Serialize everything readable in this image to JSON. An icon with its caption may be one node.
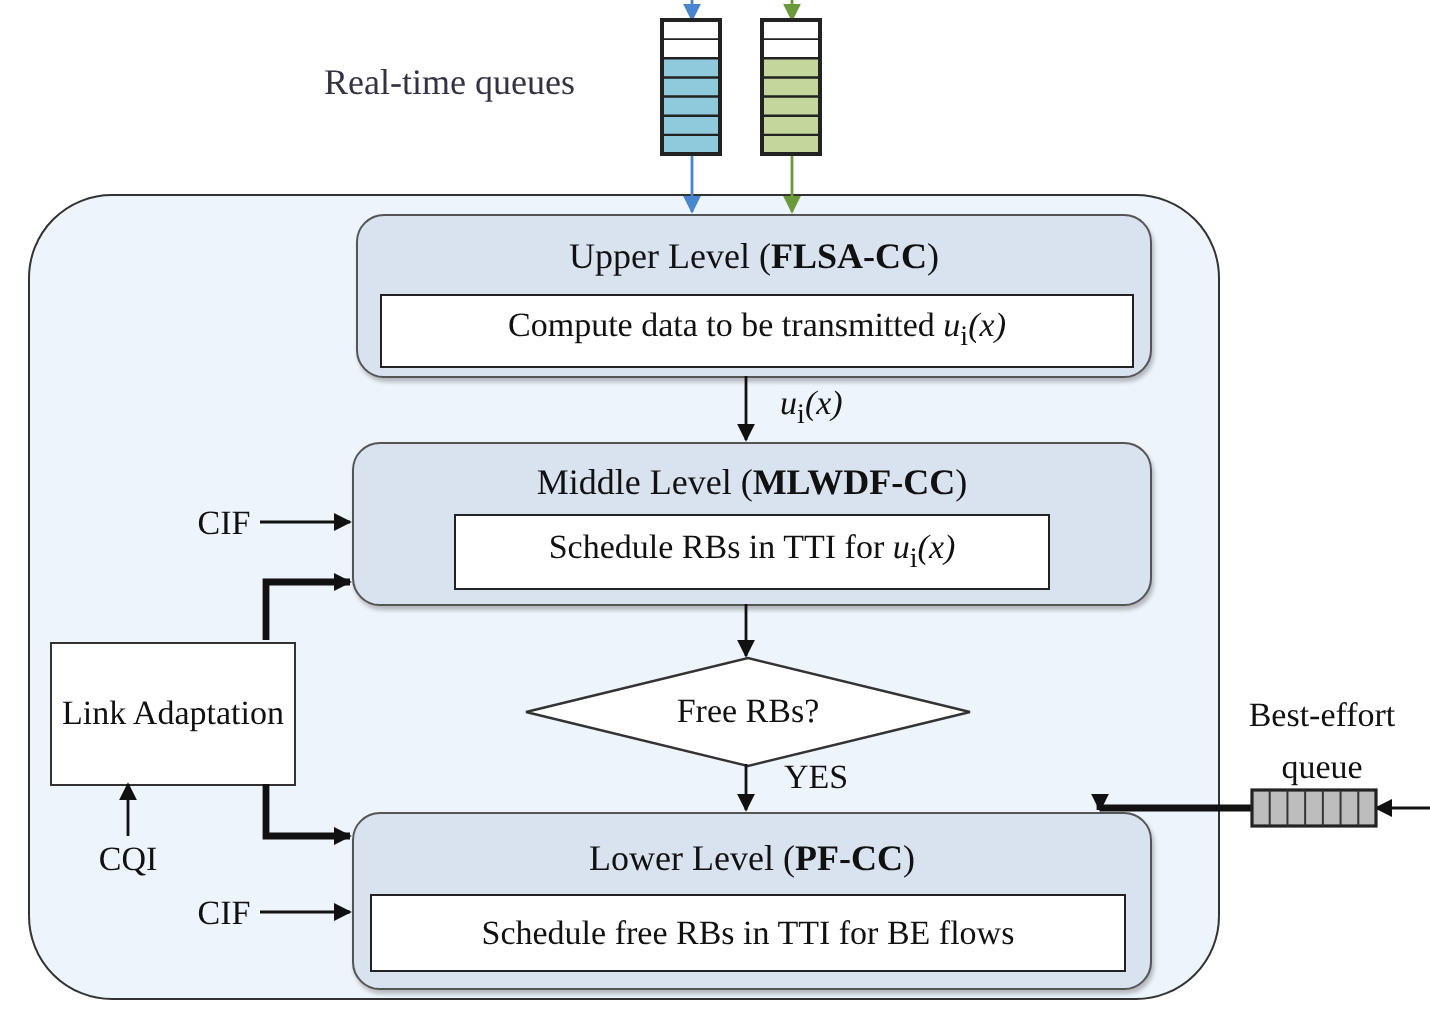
{
  "diagram": {
    "nodes": [
      {
        "text": [],
        "shape": "box"
      },
      {
        "text": [
          "Upper Level (**FLSA-CC**)"
        ],
        "in": 0
      },
      {
        "text": [
          "Compute data to be transmitted *u*$_{i}$*(x)*"
        ],
        "in": 1
      },
      {
        "text": [
          "Middle Level (**MLWDF-CC**)"
        ],
        "in": 0
      },
      {
        "text": [
          "Schedule RBs in TTI for *u*$_{i}$*(x)*"
        ],
        "in": 3
      },
      {
        "text": [
          "Free RBs?"
        ],
        "in": 0
      },
      {
        "text": [
          "Lower Level (**PF-CC**)"
        ],
        "in": 0
      },
      {
        "text": [
          "Schedule free RBs in TTI for BE flows"
        ],
        "in": 6
      },
      {
        "text": [
          "Link Adaptation"
        ],
        "in": 0
      },
      {
        "text": [
          "CIF"
        ],
        "in": 0
      },
      {
        "text": [
          "CIF"
        ],
        "in": 0
      },
      {
        "text": [
          "CQI"
        ],
        "in": 0
      },
      {
        "text": [],
        "shape": "queue"
      },
      {
        "text": [],
        "shape": "queue"
      },
      {
        "text": [
          "Best-effort queue"
        ]
      }
    ],
    "edges": [
      {
        "from": null,
        "to": 12,
        "arrow": "to",
        "color": "#4a86d0"
      },
      {
        "from": 12,
        "to": 1,
        "arrow": "to",
        "color": "#4a86d0"
      },
      {
        "from": null,
        "to": 13,
        "arrow": "to",
        "color": "#6b9a3a"
      },
      {
        "from": 13,
        "to": 1,
        "arrow": "to",
        "color": "#6b9a3a"
      },
      {
        "from": 1,
        "to": 3,
        "arrow": "to",
        "label": "*u*$_{i}$*(x)*"
      },
      {
        "from": 9,
        "to": 3,
        "arrow": "to"
      },
      {
        "from": 8,
        "to": 3,
        "arrow": "to",
        "style": "thick"
      },
      {
        "from": 3,
        "to": 5,
        "arrow": "to"
      },
      {
        "from": 5,
        "to": 6,
        "arrow": "to",
        "label": "YES"
      },
      {
        "from": 8,
        "to": 6,
        "arrow": "to",
        "style": "thick"
      },
      {
        "from": 11,
        "to": 8,
        "arrow": "to"
      },
      {
        "from": 10,
        "to": 6,
        "arrow": "to"
      },
      {
        "from": null,
        "to": 14,
        "arrow": "to"
      },
      {
        "from": 14,
        "to": 6,
        "arrow": "to",
        "style": "thick"
      }
    ],
    "labels": [
      "Real-time queues"
    ]
  }
}
